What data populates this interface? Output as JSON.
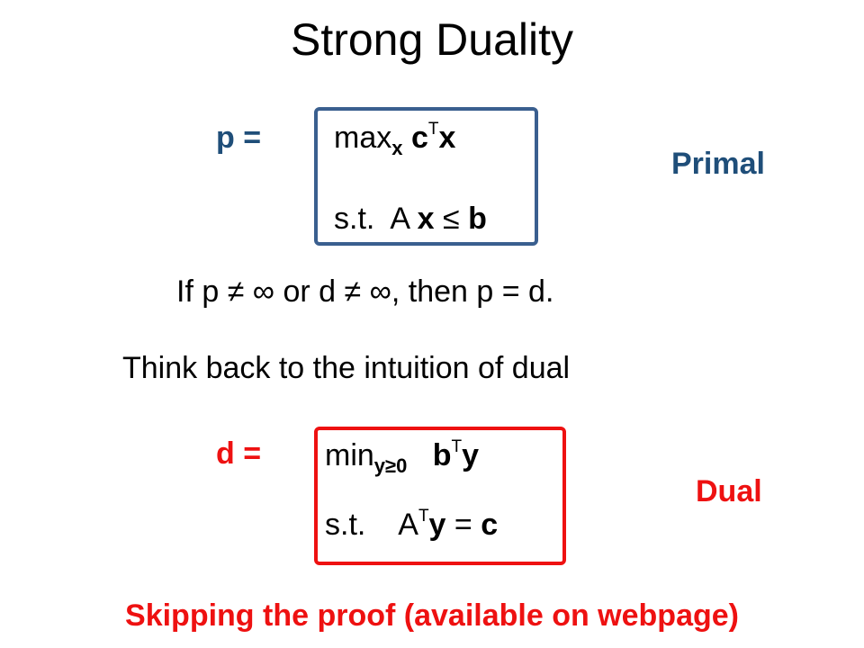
{
  "slide": {
    "title": "Strong Duality",
    "primal": {
      "label": "p =",
      "objective": {
        "op": "max",
        "sub": "x",
        "var1": "c",
        "sup": "T",
        "var2": "x"
      },
      "constraint": {
        "prefix": "s.t.  A ",
        "var": "x",
        "rel": " ≤ ",
        "rhs": "b"
      },
      "tag": "Primal"
    },
    "statement": "If p ≠ ∞ or d ≠ ∞, then p = d.",
    "intuition": "Think back to the intuition of dual",
    "dual": {
      "label": "d =",
      "objective": {
        "op": "min",
        "sub": "y≥0",
        "gap": "   ",
        "var1": "b",
        "sup": "T",
        "var2": "y"
      },
      "constraint": {
        "prefix": "s.t.    A",
        "sup": "T",
        "var": "y",
        "rel": " = ",
        "rhs": "c"
      },
      "tag": "Dual"
    },
    "footer": "Skipping the proof (available on webpage)",
    "colors": {
      "primal": "#1f4e79",
      "primal_box": "#3a5f8f",
      "dual": "#ee1111",
      "text": "#000000",
      "background": "#ffffff"
    }
  }
}
